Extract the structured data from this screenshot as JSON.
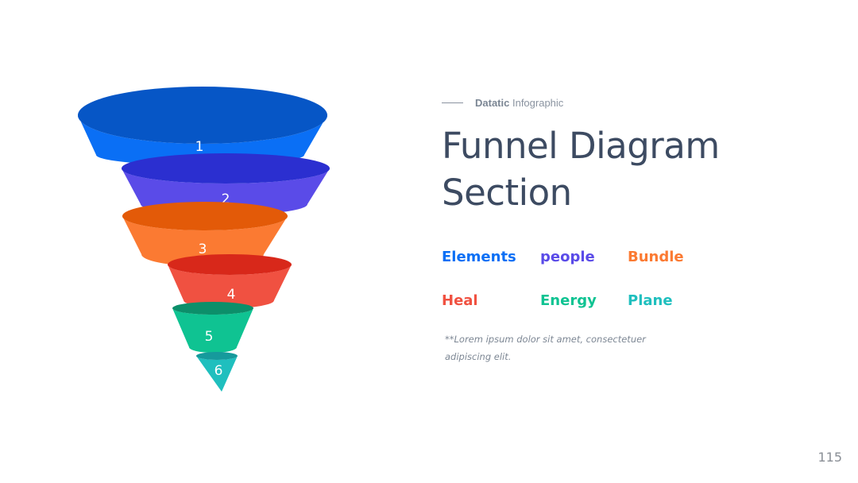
{
  "header": {
    "tag_bold": "Datatic",
    "tag_rest": " Infographic",
    "title_line1": "Funnel Diagram",
    "title_line2": "Section"
  },
  "funnel": {
    "levels": [
      {
        "label": "1",
        "color": "#0a6ff5",
        "rim": "#0656c6"
      },
      {
        "label": "2",
        "color": "#5a4be8",
        "rim": "#2b2fd0"
      },
      {
        "label": "3",
        "color": "#fb7a32",
        "rim": "#e35a08"
      },
      {
        "label": "4",
        "color": "#f05141",
        "rim": "#d8281a"
      },
      {
        "label": "5",
        "color": "#0fc392",
        "rim": "#0c8f6a"
      },
      {
        "label": "6",
        "color": "#1fbfbe",
        "rim": "#169a9c"
      }
    ]
  },
  "legend": {
    "items": [
      {
        "label": "Elements",
        "color": "#0a6ff5"
      },
      {
        "label": "people",
        "color": "#5a4be8"
      },
      {
        "label": "Bundle",
        "color": "#fb7a32"
      },
      {
        "label": "Heal",
        "color": "#f05141"
      },
      {
        "label": "Energy",
        "color": "#0fc392"
      },
      {
        "label": "Plane",
        "color": "#1fbfbe"
      }
    ]
  },
  "note": {
    "line1": "**Lorem ipsum dolor sit amet, consectetuer",
    "line2": "adipiscing elit."
  },
  "footer": {
    "page_number": "115"
  }
}
